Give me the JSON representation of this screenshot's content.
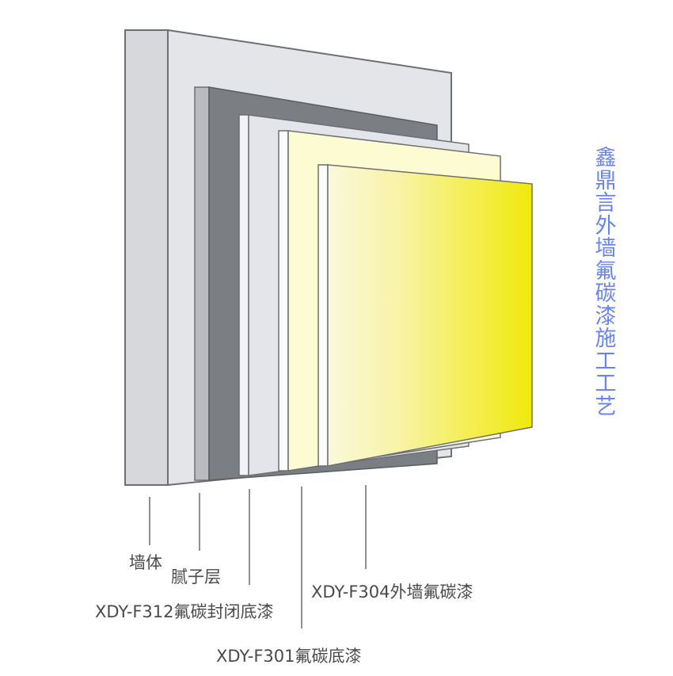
{
  "side_title": "鑫鼎言外墙氟碳漆施工工艺",
  "layers": [
    {
      "key": "wall",
      "label": "墙体"
    },
    {
      "key": "putty",
      "label": "腻子层"
    },
    {
      "key": "sealer",
      "label": "XDY-F312氟碳封闭底漆"
    },
    {
      "key": "primer",
      "label": "XDY-F301氟碳底漆"
    },
    {
      "key": "topcoat",
      "label": "XDY-F304外墙氟碳漆"
    }
  ],
  "colors": {
    "wall": "#e4e5e9",
    "putty": "#7b7e83",
    "sealer": "#e4e5ea",
    "primer": "#fdfbd2",
    "topcoat": "#f1ea0c",
    "leader": "#909090",
    "title": "#6a84ee"
  }
}
